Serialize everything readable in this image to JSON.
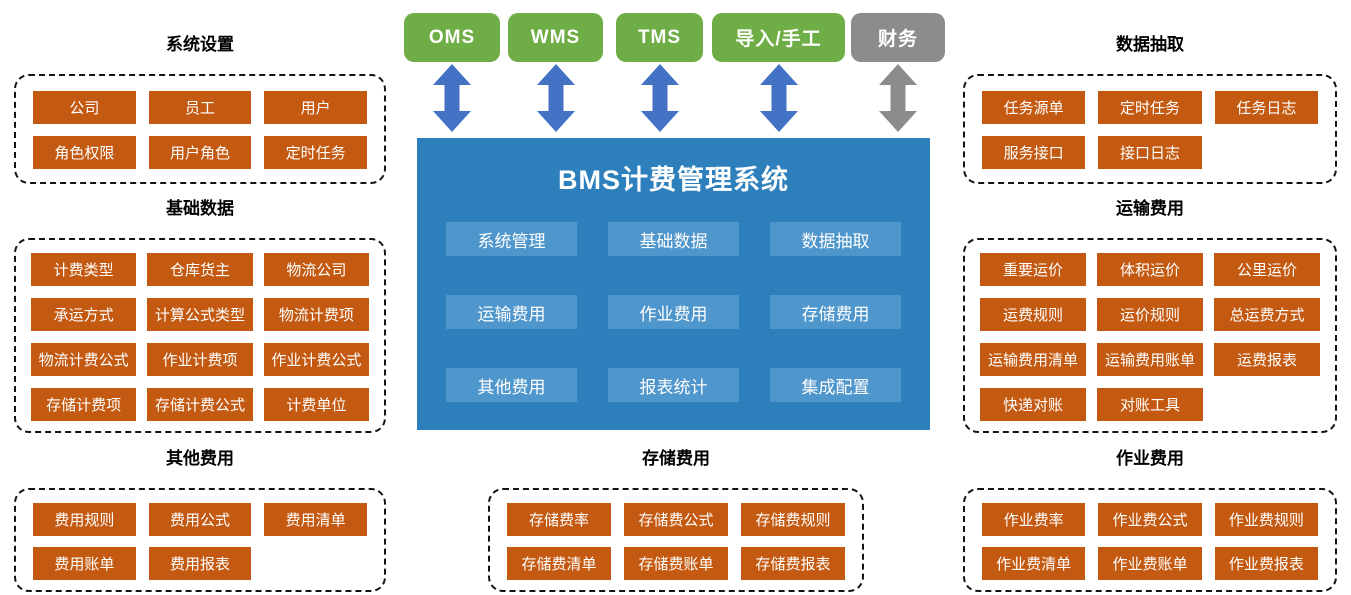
{
  "colors": {
    "tile_orange": "#C45A12",
    "source_green": "#6FAD46",
    "source_gray": "#8C8C8C",
    "arrow_blue": "#4472C4",
    "arrow_gray": "#8C8C8C",
    "panel_blue": "#2E80BC",
    "module_blue": "#4E96CC"
  },
  "sources": [
    {
      "label": "OMS",
      "color": "green"
    },
    {
      "label": "WMS",
      "color": "green"
    },
    {
      "label": "TMS",
      "color": "green"
    },
    {
      "label": "导入/手工",
      "color": "green"
    },
    {
      "label": "财务",
      "color": "gray"
    }
  ],
  "center": {
    "title": "BMS计费管理系统",
    "modules": [
      "系统管理",
      "基础数据",
      "数据抽取",
      "运输费用",
      "作业费用",
      "存储费用",
      "其他费用",
      "报表统计",
      "集成配置"
    ]
  },
  "groups": [
    {
      "title": "系统设置",
      "items": [
        "公司",
        "员工",
        "用户",
        "角色权限",
        "用户角色",
        "定时任务"
      ]
    },
    {
      "title": "基础数据",
      "items": [
        "计费类型",
        "仓库货主",
        "物流公司",
        "承运方式",
        "计算公式类型",
        "物流计费项",
        "物流计费公式",
        "作业计费项",
        "作业计费公式",
        "存储计费项",
        "存储计费公式",
        "计费单位"
      ]
    },
    {
      "title": "其他费用",
      "items": [
        "费用规则",
        "费用公式",
        "费用清单",
        "费用账单",
        "费用报表"
      ]
    },
    {
      "title": "数据抽取",
      "items": [
        "任务源单",
        "定时任务",
        "任务日志",
        "服务接口",
        "接口日志"
      ]
    },
    {
      "title": "运输费用",
      "items": [
        "重要运价",
        "体积运价",
        "公里运价",
        "运费规则",
        "运价规则",
        "总运费方式",
        "运输费用清单",
        "运输费用账单",
        "运费报表",
        "快递对账",
        "对账工具"
      ]
    },
    {
      "title": "作业费用",
      "items": [
        "作业费率",
        "作业费公式",
        "作业费规则",
        "作业费清单",
        "作业费账单",
        "作业费报表"
      ]
    },
    {
      "title": "存储费用",
      "items": [
        "存储费率",
        "存储费公式",
        "存储费规则",
        "存储费清单",
        "存储费账单",
        "存储费报表"
      ]
    }
  ]
}
